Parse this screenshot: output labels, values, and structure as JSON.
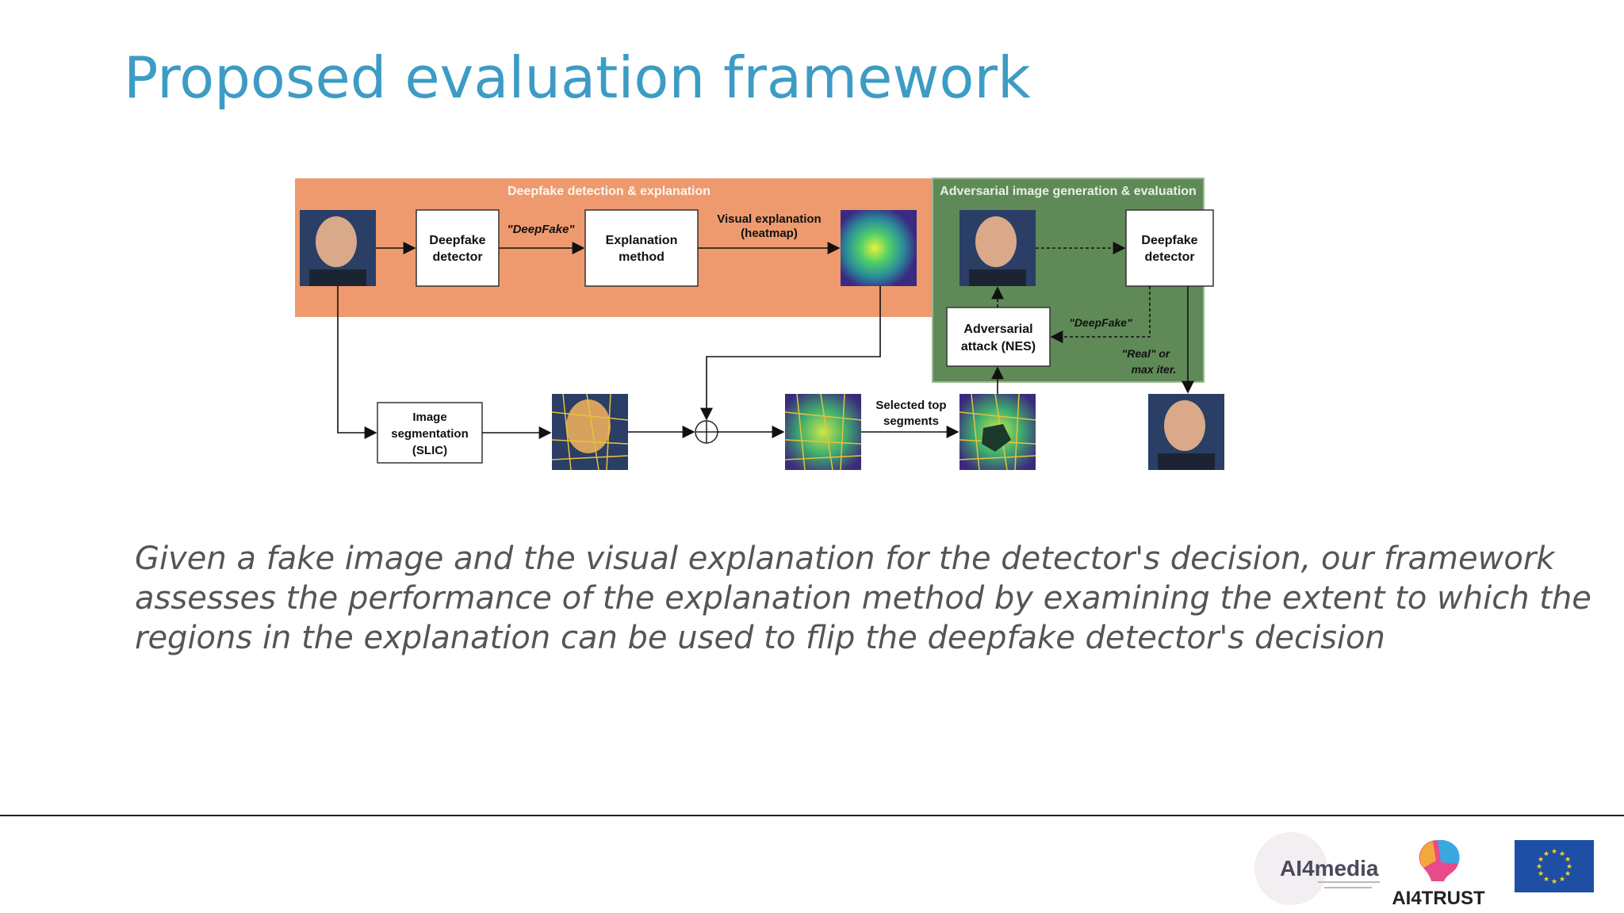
{
  "slide": {
    "title": "Proposed evaluation framework",
    "caption_lines": [
      "Given a fake image and the visual explanation for the detector's decision, our framework",
      "assesses the performance of the explanation method by examining the extent to which the",
      "regions in the explanation can be used to flip the deepfake detector's decision"
    ]
  },
  "diagram": {
    "left_panel_title": "Deepfake detection & explanation",
    "right_panel_title": "Adversarial image generation & evaluation",
    "detector1": [
      "Deepfake",
      "detector"
    ],
    "label_deepfake": "\"DeepFake\"",
    "explanation": [
      "Explanation",
      "method"
    ],
    "visual_expl": [
      "Visual explanation",
      "(heatmap)"
    ],
    "detector2": [
      "Deepfake",
      "detector"
    ],
    "adversarial": [
      "Adversarial",
      "attack (NES)"
    ],
    "label_deepfake2": "\"DeepFake\"",
    "real_or": [
      "\"Real\" or",
      "max iter."
    ],
    "segmentation": [
      "Image",
      "segmentation",
      "(SLIC)"
    ],
    "selected": [
      "Selected top",
      "segments"
    ],
    "colors": {
      "orange_panel": "#ee9a6e",
      "green_panel": "#5f8a57",
      "title_blue": "#3d9cc5"
    }
  },
  "logos": {
    "ai4media": "AI4media",
    "ai4trust": "AI4TRUST"
  }
}
